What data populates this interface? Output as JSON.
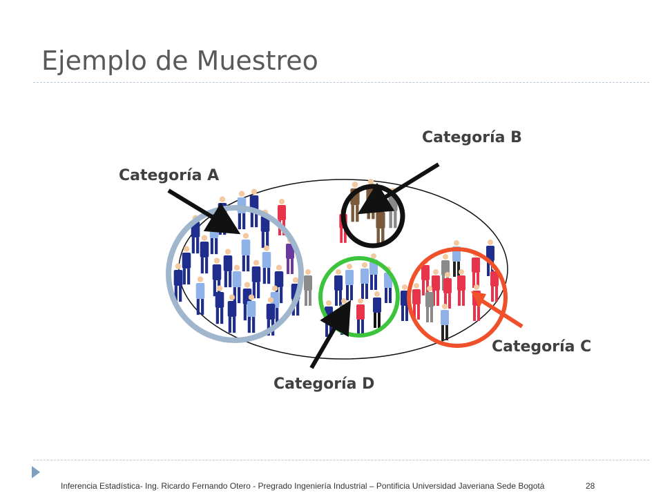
{
  "slide": {
    "title": "Ejemplo de Muestreo",
    "footer": "Inferencia Estadística- Ing. Ricardo Fernando Otero - Pregrado Ingeniería Industrial – Pontificia Universidad Javeriana Sede Bogotá",
    "page_number": "28"
  },
  "diagram": {
    "categories": [
      {
        "id": "A",
        "label": "Categoría A",
        "color": "#9fb6cc"
      },
      {
        "id": "B",
        "label": "Categoría B",
        "color": "#111111"
      },
      {
        "id": "C",
        "label": "Categoría C",
        "color": "#f0502a"
      },
      {
        "id": "D",
        "label": "Categoría D",
        "color": "#3cc43c"
      }
    ],
    "population_outline_color": "#111111",
    "person_colors": {
      "navy_suit": "#1f2e8c",
      "light_blue_shirt": "#8fb3e8",
      "red_dress": "#e8344a",
      "brown_suit": "#7a5a3a",
      "gray_suit": "#8a8a8a",
      "purple_dress": "#6a3aa0"
    }
  }
}
